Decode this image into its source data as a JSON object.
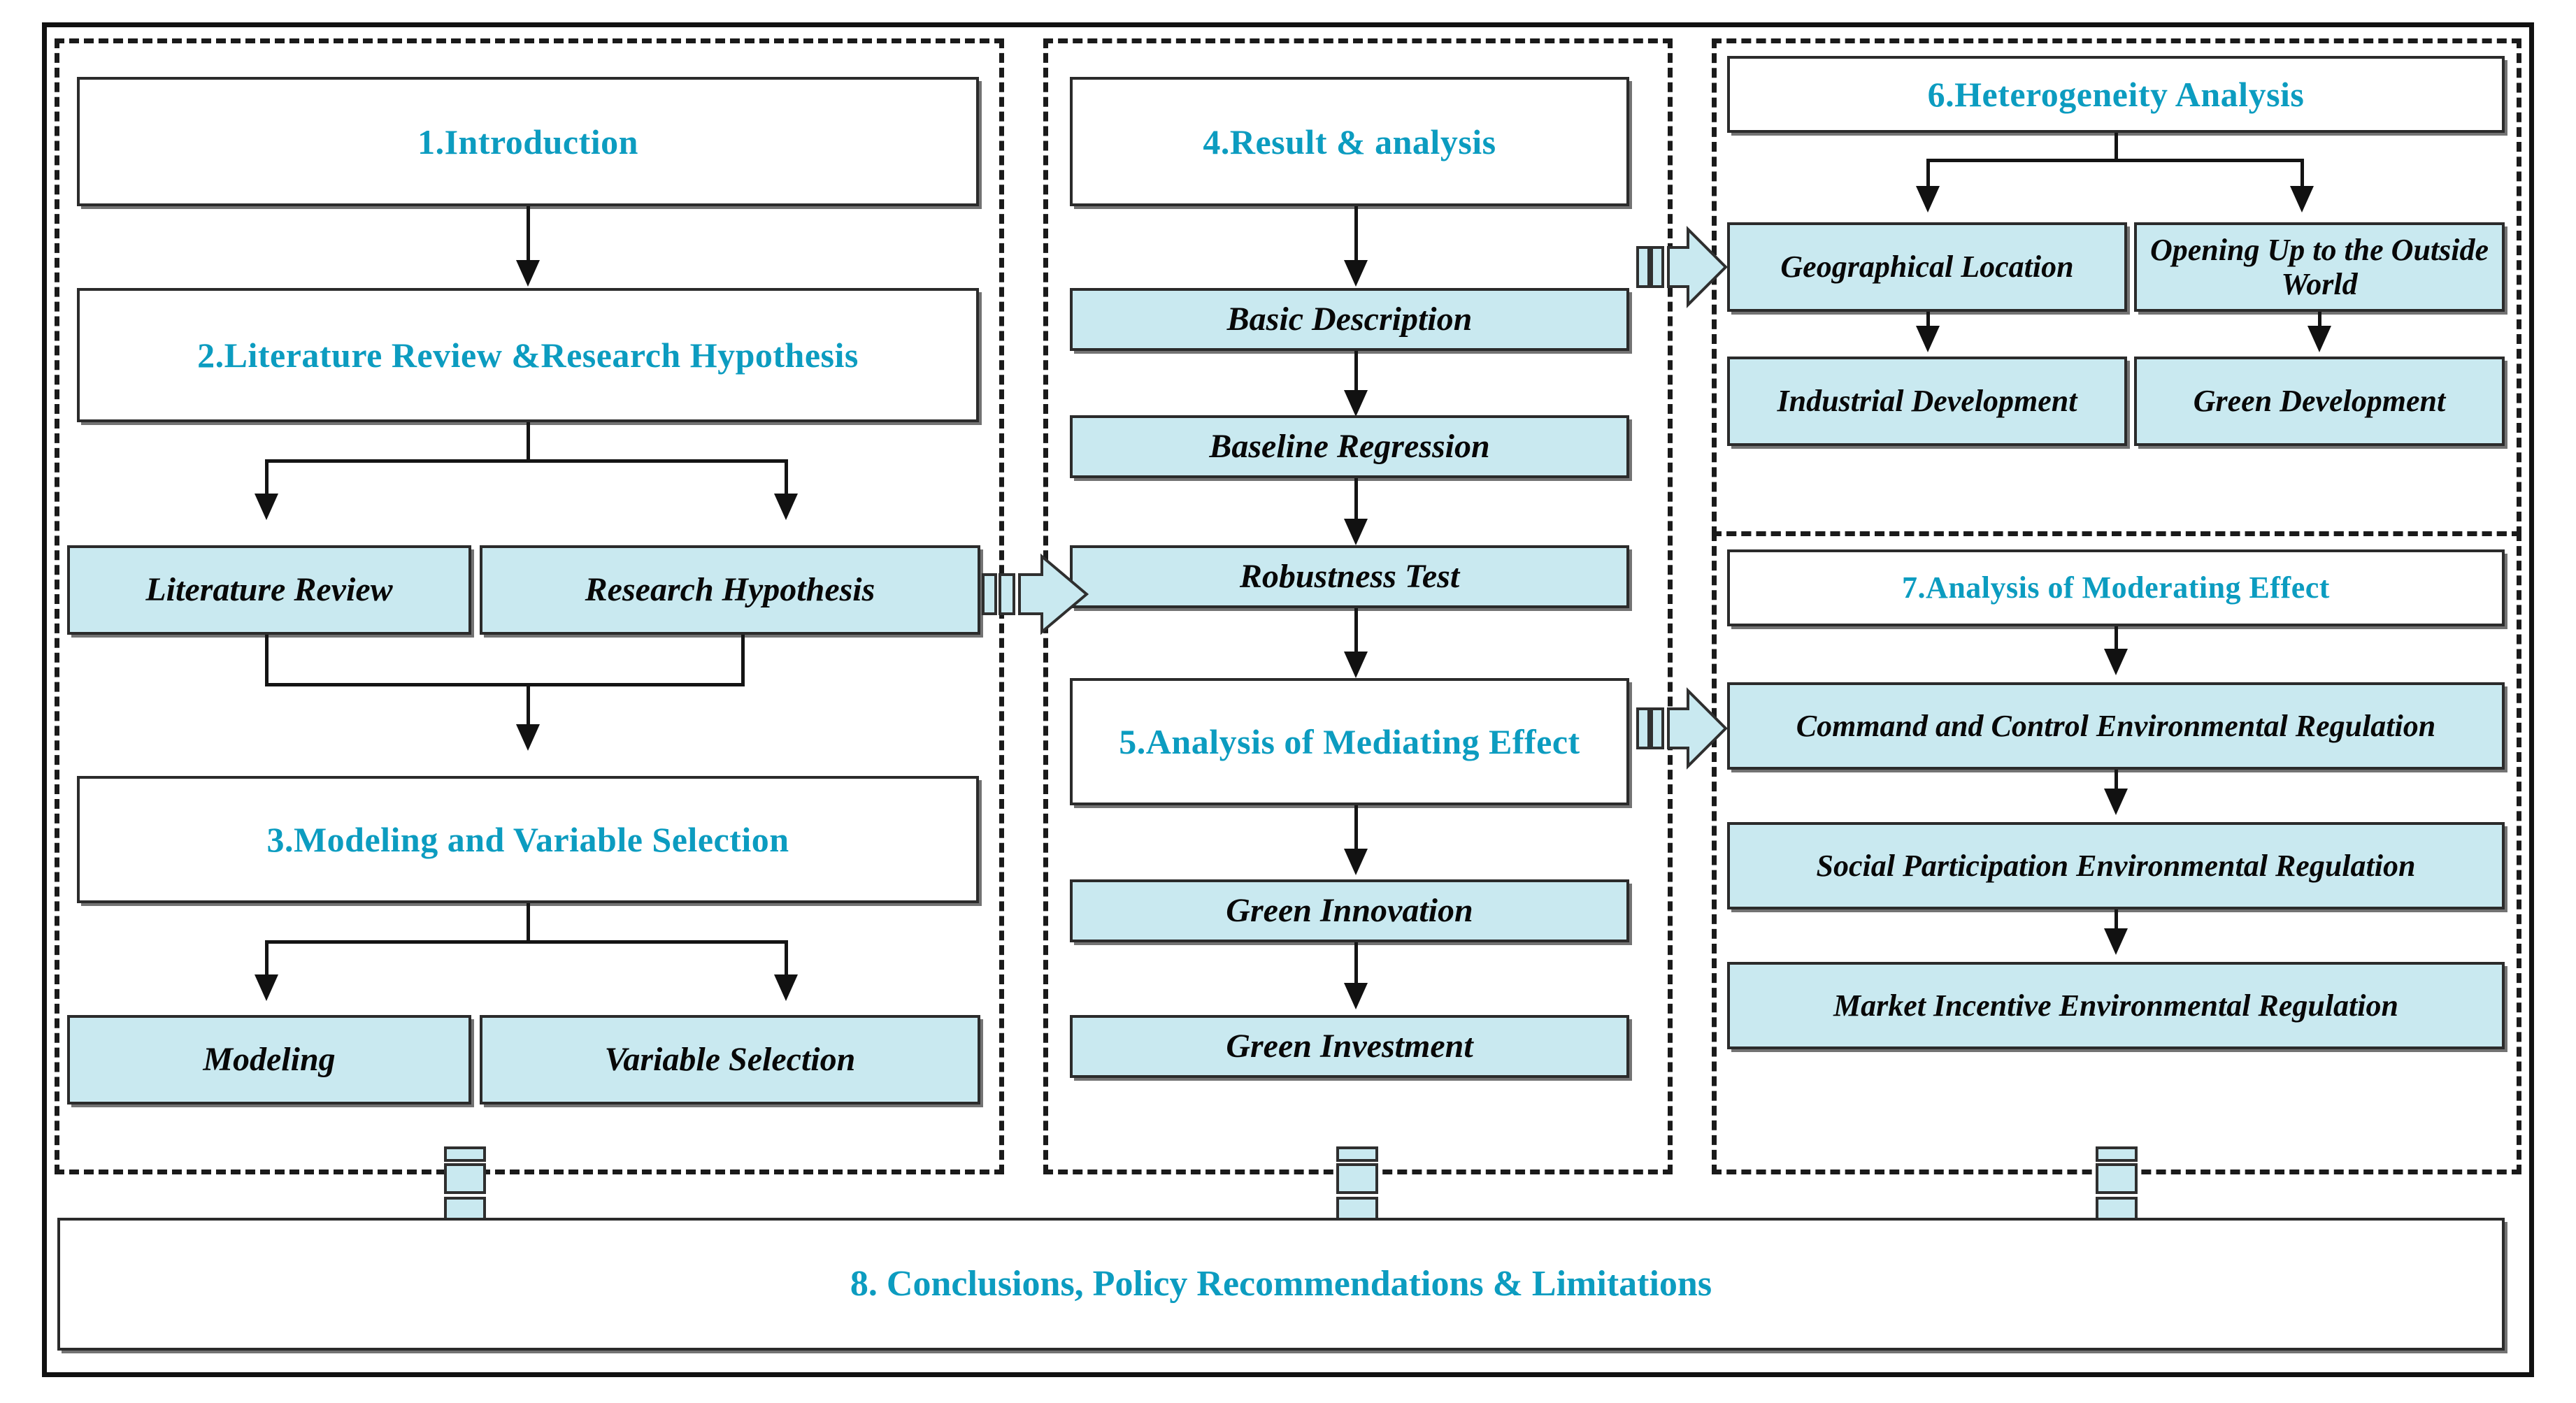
{
  "diagram": {
    "title_text_color": "#0c9cc0",
    "node_fill_color": "#c9e9f0",
    "frame_color": "#111111",
    "columns": [
      {
        "id": "left",
        "nodes": [
          {
            "key": "introduction",
            "label": "1.Introduction"
          },
          {
            "key": "lit_review_hyp",
            "label": "2.Literature Review &Research Hypothesis"
          },
          {
            "key": "literature_review",
            "label": "Literature Review"
          },
          {
            "key": "research_hypothesis",
            "label": "Research Hypothesis"
          },
          {
            "key": "modeling_variable",
            "label": "3.Modeling and Variable Selection"
          },
          {
            "key": "modeling",
            "label": "Modeling"
          },
          {
            "key": "variable_selection",
            "label": "Variable Selection"
          }
        ]
      },
      {
        "id": "middle",
        "nodes": [
          {
            "key": "result_analysis",
            "label": "4.Result & analysis"
          },
          {
            "key": "basic_description",
            "label": "Basic Description"
          },
          {
            "key": "baseline_regression",
            "label": "Baseline Regression"
          },
          {
            "key": "robustness_test",
            "label": "Robustness Test"
          },
          {
            "key": "mediating_effect",
            "label": "5.Analysis of Mediating Effect"
          },
          {
            "key": "green_innovation",
            "label": "Green Innovation"
          },
          {
            "key": "green_investment",
            "label": "Green Investment"
          }
        ]
      },
      {
        "id": "right-top",
        "nodes": [
          {
            "key": "heterogeneity",
            "label": "6.Heterogeneity Analysis"
          },
          {
            "key": "geographical_location",
            "label": "Geographical Location"
          },
          {
            "key": "opening_up",
            "label": "Opening Up to the Outside World"
          },
          {
            "key": "industrial_development",
            "label": "Industrial Development"
          },
          {
            "key": "green_development",
            "label": "Green Development"
          }
        ]
      },
      {
        "id": "right-bottom",
        "nodes": [
          {
            "key": "moderating_effect",
            "label": "7.Analysis of Moderating Effect"
          },
          {
            "key": "command_control",
            "label": "Command and Control Environmental Regulation"
          },
          {
            "key": "social_participation",
            "label": "Social Participation Environmental Regulation"
          },
          {
            "key": "market_incentive",
            "label": "Market Incentive Environmental Regulation"
          }
        ]
      }
    ],
    "conclusion": {
      "key": "conclusions",
      "label": "8. Conclusions, Policy Recommendations  & Limitations"
    }
  }
}
